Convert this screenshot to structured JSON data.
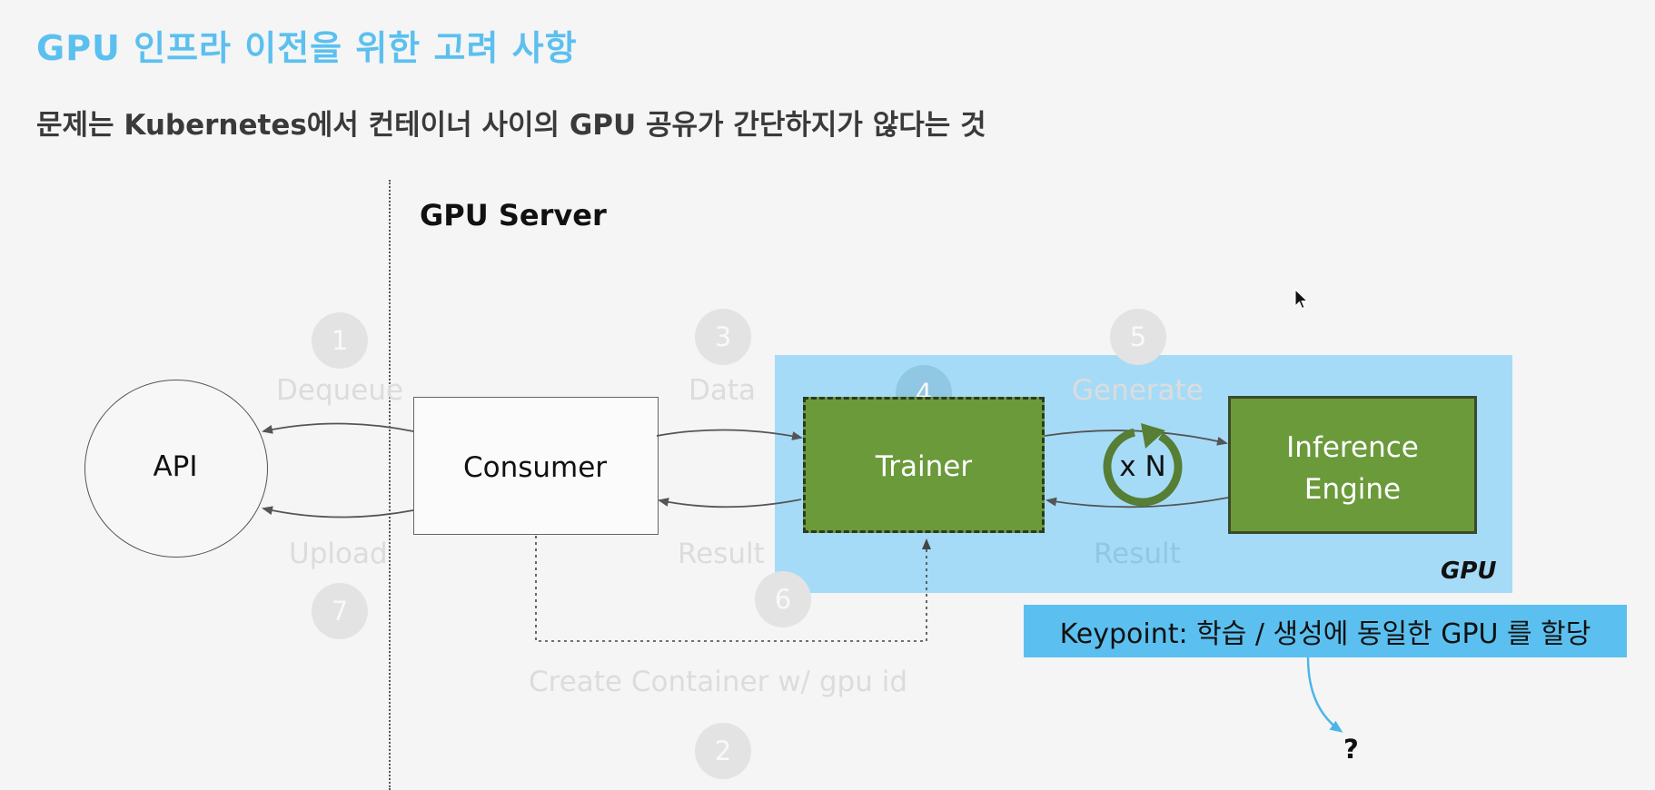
{
  "header": {
    "title": "GPU 인프라 이전을 위한 고려 사항",
    "subtitle": "문제는 Kubernetes에서 컨테이너 사이의 GPU 공유가 간단하지가 않다는 것"
  },
  "diagram": {
    "server_label": "GPU Server",
    "gpu_label": "GPU",
    "nodes": {
      "api": "API",
      "consumer": "Consumer",
      "trainer": "Trainer",
      "engine_line1": "Inference",
      "engine_line2": "Engine"
    },
    "loop_label": "x N",
    "steps": {
      "s1": {
        "number": "1",
        "label": "Dequeue"
      },
      "s2": {
        "number": "2",
        "label": "Create Container w/ gpu id"
      },
      "s3": {
        "number": "3",
        "label": "Data"
      },
      "s4": {
        "number": "4"
      },
      "s5": {
        "number": "5",
        "label": "Generate"
      },
      "s6": {
        "number": "6",
        "label": "Result"
      },
      "s7": {
        "number": "7",
        "label": "Upload"
      }
    },
    "engine_result_label": "Result",
    "keypoint": "Keypoint: 학습 / 생성에 동일한 GPU 를 할당",
    "question": "?"
  },
  "colors": {
    "title": "#5bc0ef",
    "gpu_region": "#a6dbf8",
    "green_box": "#6b9a3b",
    "keypoint_bg": "#5bc0ef",
    "faded_text": "#dcdcdc"
  }
}
